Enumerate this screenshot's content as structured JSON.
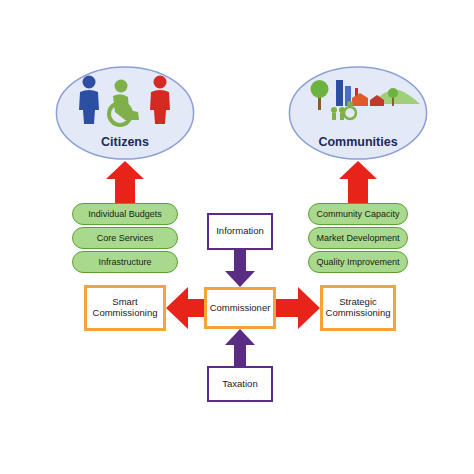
{
  "diagram": {
    "nodes": [
      {
        "text": [
          "Citizens"
        ]
      },
      {
        "text": [
          "Communities"
        ]
      },
      {
        "text": [
          "Individual Budgets"
        ]
      },
      {
        "text": [
          "Core Services"
        ]
      },
      {
        "text": [
          "Infrastructure"
        ]
      },
      {
        "text": [
          "Information"
        ]
      },
      {
        "text": [
          "Community Capacity"
        ]
      },
      {
        "text": [
          "Market Development"
        ]
      },
      {
        "text": [
          "Quality Improvement"
        ]
      },
      {
        "text": [
          "Smart Commissioning"
        ]
      },
      {
        "text": [
          "Commissioner"
        ]
      },
      {
        "text": [
          "Strategic Commissioning"
        ]
      },
      {
        "text": [
          "Taxation"
        ]
      }
    ],
    "edges": [
      {
        "from": 2,
        "to": 0,
        "arrow": "to"
      },
      {
        "from": 6,
        "to": 1,
        "arrow": "to"
      },
      {
        "from": 10,
        "to": 9,
        "arrow": "to"
      },
      {
        "from": 10,
        "to": 11,
        "arrow": "to"
      },
      {
        "from": 5,
        "to": 10,
        "arrow": "to"
      },
      {
        "from": 12,
        "to": 10,
        "arrow": "to"
      }
    ]
  }
}
